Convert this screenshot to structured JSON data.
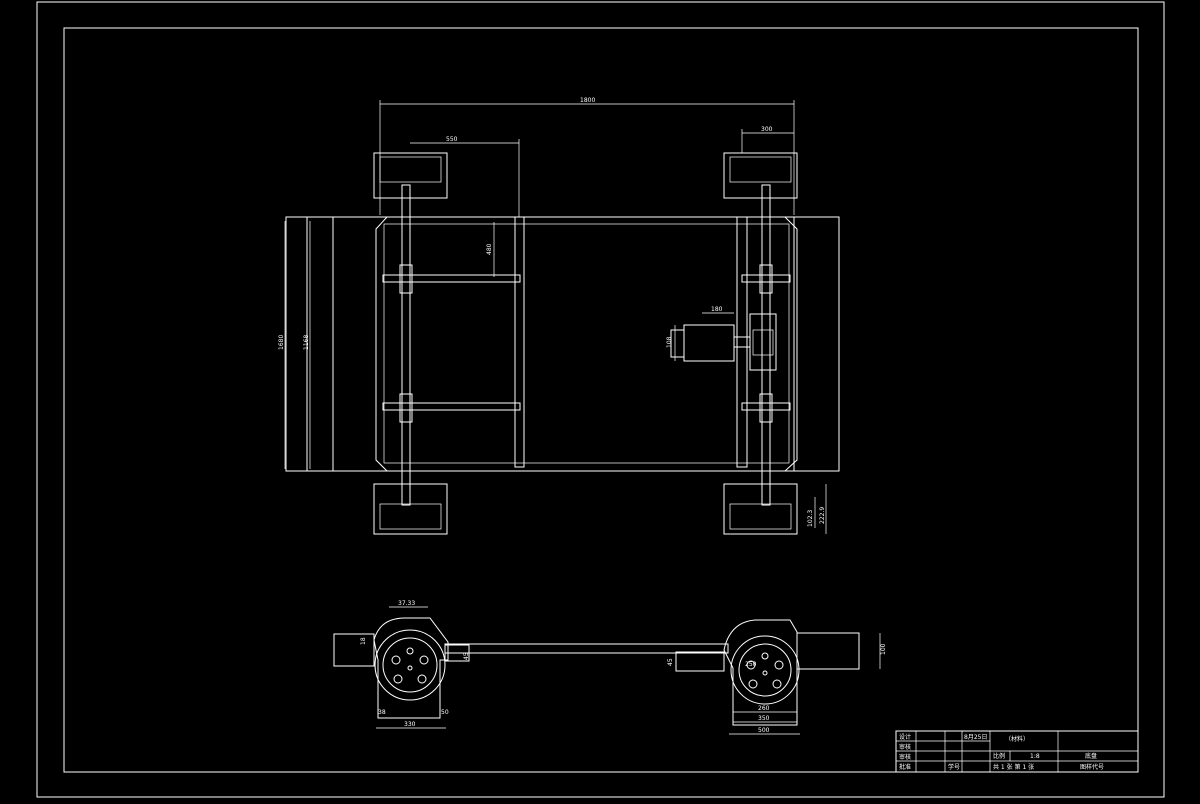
{
  "drawing": {
    "type": "cad-drawing",
    "background": "#000000",
    "line_color": "#ffffff",
    "dimensions": {
      "overall_length": "1800",
      "wheel_offset": "550",
      "wheel_width_right": "300",
      "crossbar_spacing": "480",
      "overall_width": "1680",
      "inner_width": "1168",
      "motor_length": "180",
      "motor_height": "108",
      "wheel_h_small": "102.3",
      "wheel_h_large": "222.9",
      "side_top_width": "37.33",
      "side_left_height": "18",
      "side_axle": "45",
      "side_left_a": "38",
      "side_left_b": "50",
      "side_left_total": "330",
      "side_right_h": "45",
      "side_right_label": "250",
      "side_right_a": "260",
      "side_right_b": "350",
      "side_right_total": "500",
      "side_end_height": "100"
    },
    "title_block": {
      "row1_col1": "设计",
      "row2_col1": "审核",
      "row3_col1": "审核",
      "row4_col1": "批准",
      "date": "8月25日",
      "material": "（材料）",
      "scale_label": "比例",
      "scale_value": "1:8",
      "product": "底盘",
      "sheet_text": "共 1 张 第 1 张",
      "student_id": "学号",
      "drawing_code": "图样代号"
    }
  }
}
